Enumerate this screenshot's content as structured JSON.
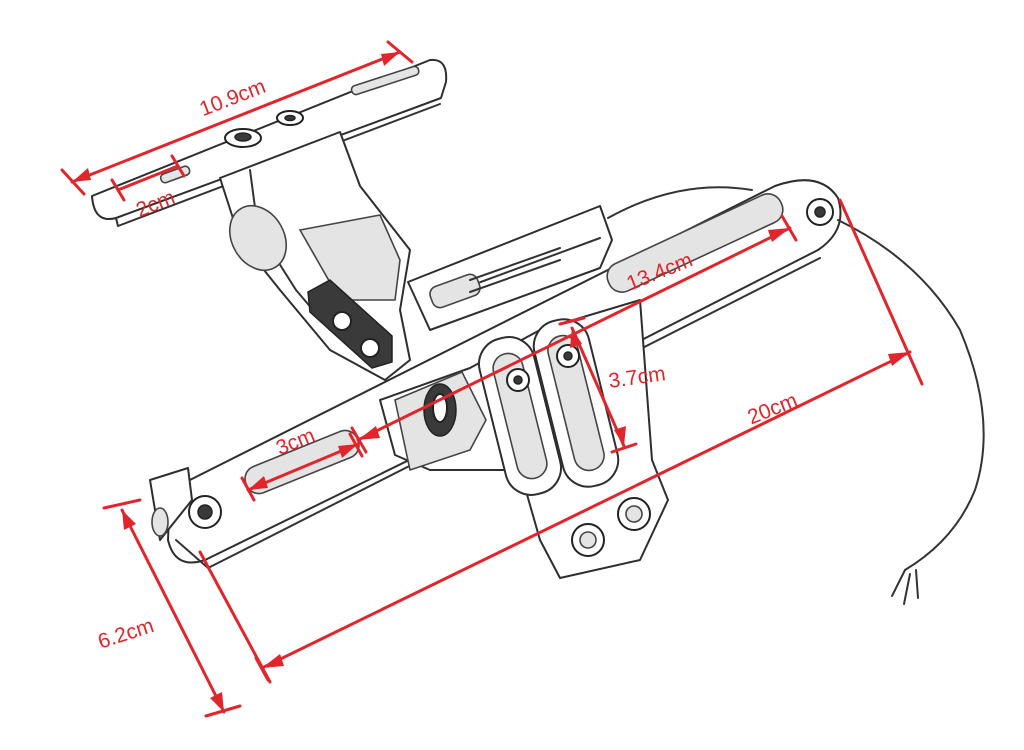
{
  "colors": {
    "dimension": "#e0262c",
    "outline": "#333333",
    "shade": "#e4e4e4"
  },
  "dimensions": {
    "top_plate_length": "10.9cm",
    "top_plate_slot": "2cm",
    "arm_slot_length": "13.4cm",
    "plate_slot_height": "3.7cm",
    "overall_length": "20cm",
    "small_slot_length": "3cm",
    "overall_height": "6.2cm"
  }
}
